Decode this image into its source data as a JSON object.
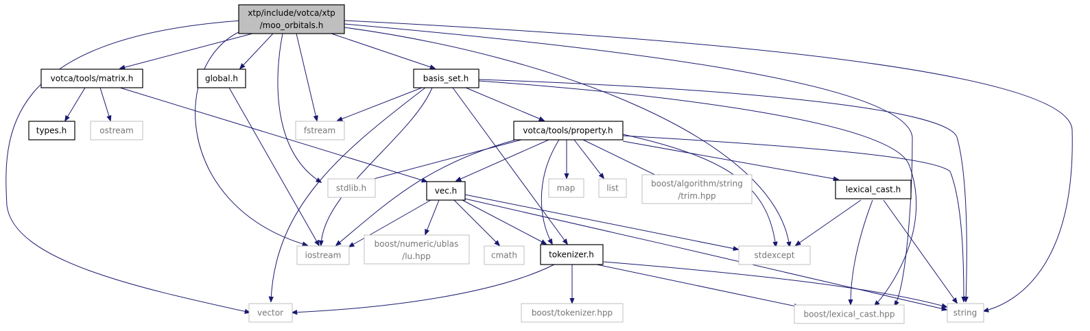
{
  "diagram": {
    "type": "include-dependency-graph",
    "colors": {
      "edge": "#191970",
      "root_fill": "#bfbfbf",
      "project_border": "#000000",
      "system_border": "#bfbfbf",
      "system_text": "#767676"
    },
    "nodes": [
      {
        "id": "moo_orbitals",
        "kind": "root",
        "lines": [
          "xtp/include/votca/xtp",
          "/moo_orbitals.h"
        ]
      },
      {
        "id": "matrix",
        "kind": "project",
        "lines": [
          "votca/tools/matrix.h"
        ]
      },
      {
        "id": "global",
        "kind": "project",
        "lines": [
          "global.h"
        ]
      },
      {
        "id": "basis_set",
        "kind": "project",
        "lines": [
          "basis_set.h"
        ]
      },
      {
        "id": "types",
        "kind": "project",
        "lines": [
          "types.h"
        ]
      },
      {
        "id": "ostream",
        "kind": "system",
        "lines": [
          "ostream"
        ]
      },
      {
        "id": "fstream",
        "kind": "system",
        "lines": [
          "fstream"
        ]
      },
      {
        "id": "property",
        "kind": "project",
        "lines": [
          "votca/tools/property.h"
        ]
      },
      {
        "id": "stdlib",
        "kind": "system",
        "lines": [
          "stdlib.h"
        ]
      },
      {
        "id": "vec",
        "kind": "project",
        "lines": [
          "vec.h"
        ]
      },
      {
        "id": "map",
        "kind": "system",
        "lines": [
          "map"
        ]
      },
      {
        "id": "list",
        "kind": "system",
        "lines": [
          "list"
        ]
      },
      {
        "id": "trim",
        "kind": "system",
        "lines": [
          "boost/algorithm/string",
          "/trim.hpp"
        ]
      },
      {
        "id": "lexical_cast_h",
        "kind": "project",
        "lines": [
          "lexical_cast.h"
        ]
      },
      {
        "id": "iostream",
        "kind": "system",
        "lines": [
          "iostream"
        ]
      },
      {
        "id": "lu",
        "kind": "system",
        "lines": [
          "boost/numeric/ublas",
          "/lu.hpp"
        ]
      },
      {
        "id": "cmath",
        "kind": "system",
        "lines": [
          "cmath"
        ]
      },
      {
        "id": "tokenizer_h",
        "kind": "project",
        "lines": [
          "tokenizer.h"
        ]
      },
      {
        "id": "stdexcept",
        "kind": "system",
        "lines": [
          "stdexcept"
        ]
      },
      {
        "id": "vector",
        "kind": "system",
        "lines": [
          "vector"
        ]
      },
      {
        "id": "boost_tokenizer",
        "kind": "system",
        "lines": [
          "boost/tokenizer.hpp"
        ]
      },
      {
        "id": "boost_lexical_cast",
        "kind": "system",
        "lines": [
          "boost/lexical_cast.hpp"
        ]
      },
      {
        "id": "string",
        "kind": "system",
        "lines": [
          "string"
        ]
      }
    ],
    "edges": [
      [
        "moo_orbitals",
        "matrix"
      ],
      [
        "moo_orbitals",
        "global"
      ],
      [
        "moo_orbitals",
        "basis_set"
      ],
      [
        "moo_orbitals",
        "fstream"
      ],
      [
        "moo_orbitals",
        "stdlib"
      ],
      [
        "moo_orbitals",
        "iostream"
      ],
      [
        "moo_orbitals",
        "vector"
      ],
      [
        "moo_orbitals",
        "stdexcept"
      ],
      [
        "moo_orbitals",
        "boost_lexical_cast"
      ],
      [
        "moo_orbitals",
        "string"
      ],
      [
        "matrix",
        "types"
      ],
      [
        "matrix",
        "ostream"
      ],
      [
        "matrix",
        "vec"
      ],
      [
        "global",
        "iostream"
      ],
      [
        "basis_set",
        "fstream"
      ],
      [
        "basis_set",
        "property"
      ],
      [
        "basis_set",
        "iostream"
      ],
      [
        "basis_set",
        "vector"
      ],
      [
        "basis_set",
        "tokenizer_h"
      ],
      [
        "basis_set",
        "boost_lexical_cast"
      ],
      [
        "basis_set",
        "string"
      ],
      [
        "property",
        "stdlib"
      ],
      [
        "property",
        "vec"
      ],
      [
        "property",
        "map"
      ],
      [
        "property",
        "list"
      ],
      [
        "property",
        "trim"
      ],
      [
        "property",
        "lexical_cast_h"
      ],
      [
        "property",
        "iostream"
      ],
      [
        "property",
        "tokenizer_h"
      ],
      [
        "property",
        "stdexcept"
      ],
      [
        "property",
        "string"
      ],
      [
        "vec",
        "iostream"
      ],
      [
        "vec",
        "lu"
      ],
      [
        "vec",
        "cmath"
      ],
      [
        "vec",
        "tokenizer_h"
      ],
      [
        "vec",
        "stdexcept"
      ],
      [
        "vec",
        "string"
      ],
      [
        "lexical_cast_h",
        "stdexcept"
      ],
      [
        "lexical_cast_h",
        "boost_lexical_cast"
      ],
      [
        "lexical_cast_h",
        "string"
      ],
      [
        "tokenizer_h",
        "vector"
      ],
      [
        "tokenizer_h",
        "boost_tokenizer"
      ],
      [
        "tokenizer_h",
        "boost_lexical_cast"
      ],
      [
        "tokenizer_h",
        "string"
      ]
    ]
  }
}
